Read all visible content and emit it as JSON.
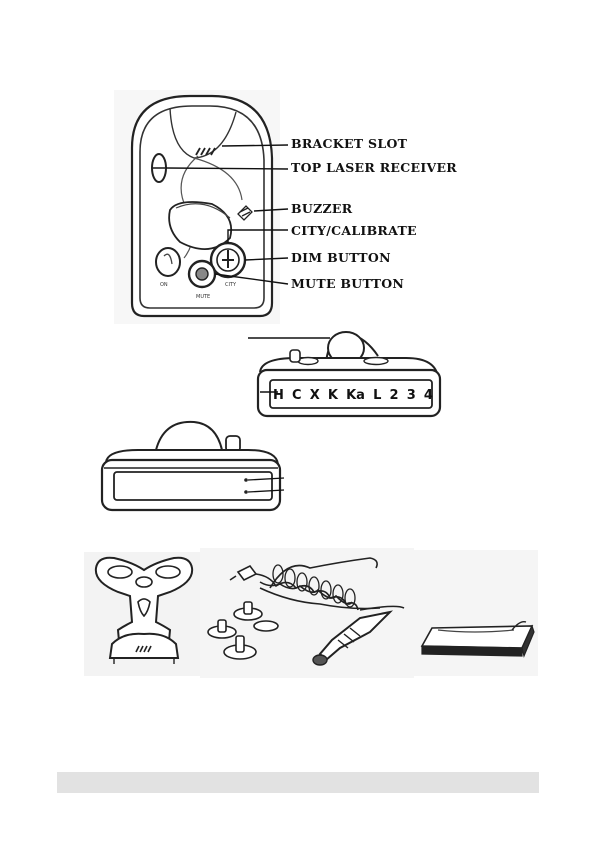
{
  "front_view": {
    "labels": {
      "bracket_slot": "BRACKET SLOT",
      "top_laser_receiver": "TOP LASER RECEIVER",
      "buzzer": "BUZZER",
      "city_calibrate": "CITY/CALIBRATE",
      "dim_button": "DIM BUTTON",
      "mute_button": "MUTE BUTTON"
    }
  },
  "rear_view": {
    "band_indicators": [
      "H",
      "C",
      "X",
      "K",
      "Ka",
      "L",
      "2",
      "3",
      "4"
    ]
  }
}
